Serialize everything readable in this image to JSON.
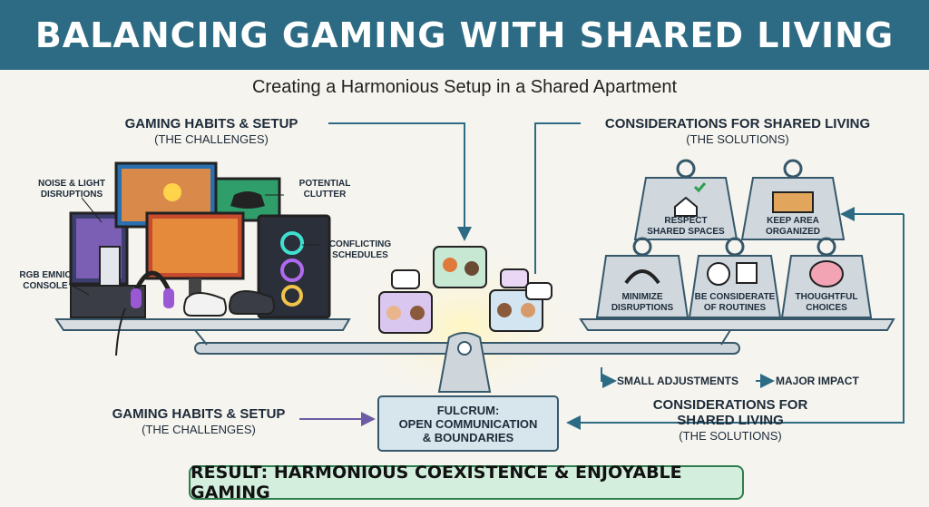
{
  "header": {
    "title": "BALANCING GAMING WITH SHARED LIVING"
  },
  "subtitle": "Creating a Harmonious Setup in a Shared Apartment",
  "left": {
    "title": "GAMING HABITS & SETUP",
    "subtitle": "(THE CHALLENGES)",
    "labels": {
      "noise": "NOISE & LIGHT DISRUPTIONS",
      "clutter": "POTENTIAL CLUTTER",
      "schedules": "CONFLICTING SCHEDULES",
      "console": "RGB EMNIC CONSOLE"
    }
  },
  "right": {
    "title": "CONSIDERATIONS FOR SHARED LIVING",
    "subtitle": "(THE SOLUTIONS)",
    "weights": [
      {
        "label": "RESPECT SHARED SPACES",
        "icon": "house-check-icon"
      },
      {
        "label": "KEEP AREA ORGANIZED",
        "icon": "desk-icon"
      },
      {
        "label": "MINIMIZE DISRUPTIONS",
        "icon": "headphones-icon"
      },
      {
        "label": "BE CONSIDERATE OF ROUTINES",
        "icon": "clock-calendar-icon"
      },
      {
        "label": "THOUGHTFUL CHOICES",
        "icon": "brain-icon"
      }
    ]
  },
  "adjustments": {
    "left": "SMALL ADJUSTMENTS",
    "right": "MAJOR IMPACT"
  },
  "bottom_left": {
    "title": "GAMING HABITS & SETUP",
    "subtitle": "(THE CHALLENGES)"
  },
  "fulcrum": {
    "line1": "FULCRUM:",
    "line2": "OPEN COMMUNICATION",
    "line3": "& BOUNDARIES"
  },
  "bottom_right": {
    "line1": "CONSIDERATIONS FOR",
    "line2": "SHARED LIVING",
    "subtitle": "(THE SOLUTIONS)"
  },
  "result": "RESULT: HARMONIOUS COEXISTENCE & ENJOYABLE GAMING",
  "colors": {
    "header": "#2d6b84",
    "accent_green": "#2e7d4f",
    "fulcrum_bg": "#d7e5ec"
  }
}
